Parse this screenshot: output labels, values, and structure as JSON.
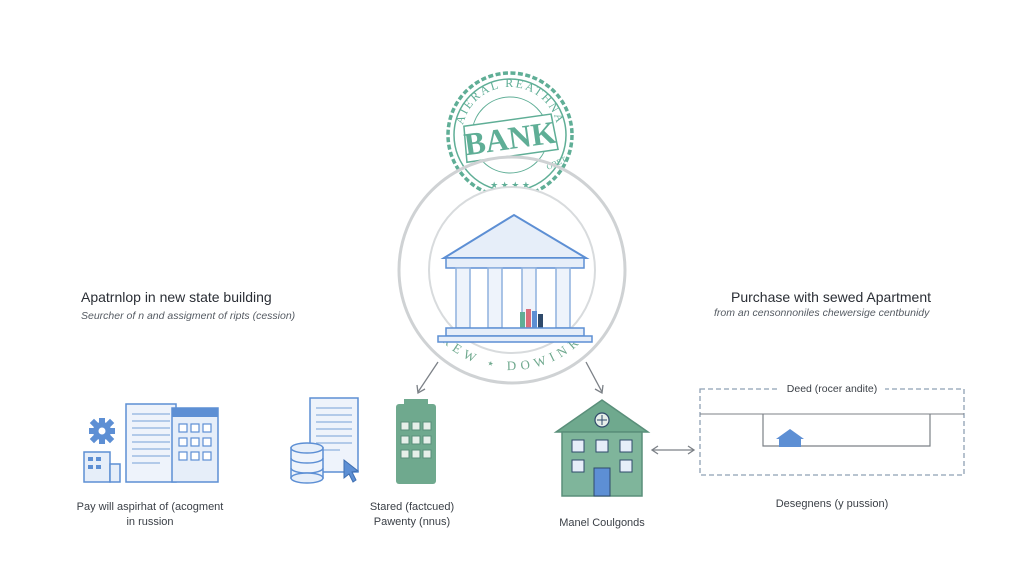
{
  "seal": {
    "top_text": "AIERAL REATHNA",
    "center_text": "BANK",
    "bottom_text": "OBET"
  },
  "center_ring": {
    "ring_text": "REW ⋆ DOWINR"
  },
  "left_block": {
    "heading": "Apatrnlop in new state building",
    "subtext": "Seurcher of n and assigment of ripts (cession)"
  },
  "right_block": {
    "heading": "Purchase with sewed Apartment",
    "subtext": "from an censonnoniles chewersige centbunidy"
  },
  "captions": {
    "left_line1": "Pay will aspirhat of (acogment",
    "left_line2": "in russion",
    "middle_line1": "Stared (factcued)",
    "middle_line2": "Pawenty (nnus)",
    "house": "Manel Coulgonds",
    "deed_box_label": "Deed (rocer andite)",
    "deed_caption": "Desegnens (y pussion)"
  },
  "colors": {
    "seal": "#5fae96",
    "ring": "#cfd2d4",
    "blue": "#5d8fd4",
    "light_blue": "#e6eef9",
    "green": "#6fa98e",
    "dark_green": "#5a8f7a",
    "dashed": "#8ea0b4"
  }
}
